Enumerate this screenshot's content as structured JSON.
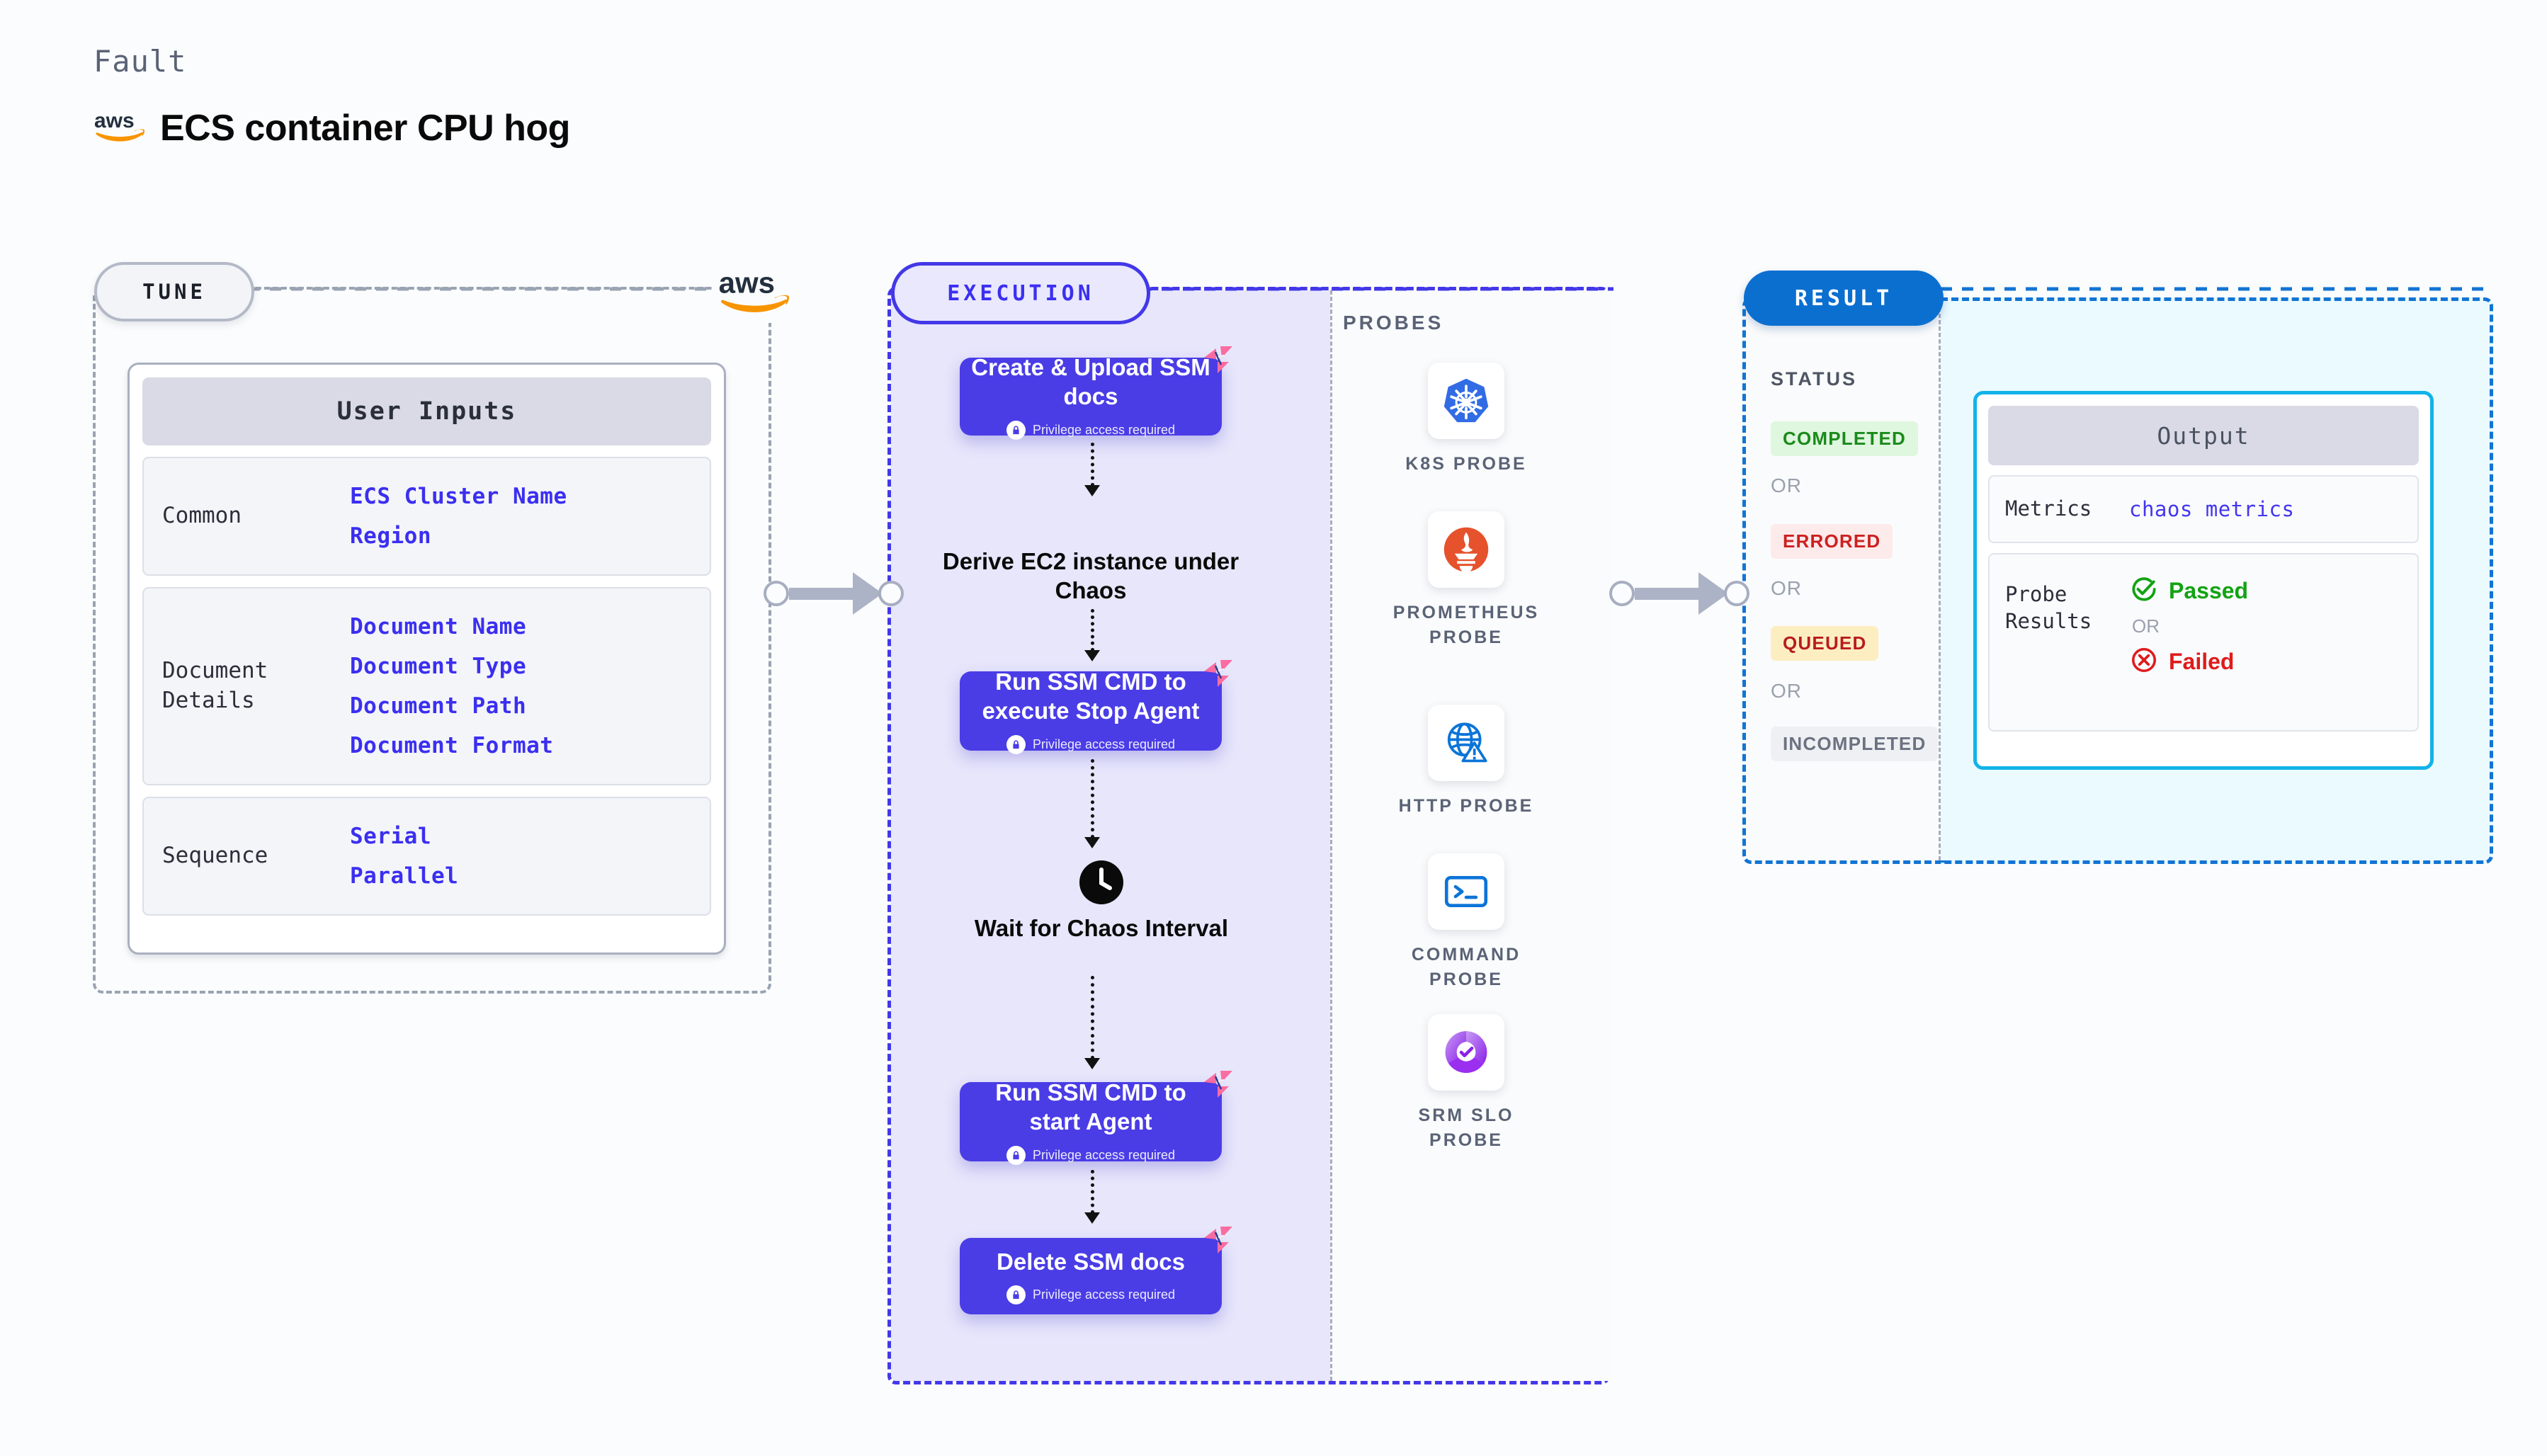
{
  "header": {
    "kicker": "Fault",
    "title": "ECS container CPU hog",
    "logo": "aws-logo"
  },
  "tune": {
    "pill_label": "TUNE",
    "badge_logo": "aws-logo",
    "card_title": "User Inputs",
    "groups": [
      {
        "label": "Common",
        "values": [
          "ECS Cluster Name",
          "Region"
        ]
      },
      {
        "label": "Document\nDetails",
        "values": [
          "Document Name",
          "Document Type",
          "Document Path",
          "Document Format"
        ]
      },
      {
        "label": "Sequence",
        "values": [
          "Serial",
          "Parallel"
        ]
      }
    ]
  },
  "execution": {
    "pill_label": "EXECUTION",
    "privilege_note": "Privilege access required",
    "steps": [
      {
        "type": "node",
        "label": "Create & Upload SSM docs",
        "privileged": true
      },
      {
        "type": "plain",
        "label": "Derive EC2 instance under Chaos",
        "icon": ""
      },
      {
        "type": "node",
        "label": "Run SSM CMD to execute Stop Agent",
        "privileged": true
      },
      {
        "type": "plain",
        "label": "Wait for Chaos Interval",
        "icon": "clock-icon"
      },
      {
        "type": "node",
        "label": "Run SSM CMD to start Agent",
        "privileged": true
      },
      {
        "type": "node",
        "label": "Delete SSM docs",
        "privileged": true
      }
    ],
    "probes_title": "PROBES",
    "probes": [
      {
        "name": "K8S PROBE",
        "icon": "kubernetes-icon"
      },
      {
        "name": "PROMETHEUS PROBE",
        "icon": "prometheus-icon"
      },
      {
        "name": "HTTP PROBE",
        "icon": "http-globe-icon"
      },
      {
        "name": "COMMAND PROBE",
        "icon": "terminal-icon"
      },
      {
        "name": "SRM SLO PROBE",
        "icon": "srm-slo-icon"
      }
    ]
  },
  "result": {
    "pill_label": "RESULT",
    "status_title": "STATUS",
    "or_label": "OR",
    "statuses": [
      {
        "label": "COMPLETED",
        "fg": "#1a8a1a",
        "bg": "#dff6df"
      },
      {
        "label": "ERRORED",
        "fg": "#cc2020",
        "bg": "#fdeaea"
      },
      {
        "label": "QUEUED",
        "fg": "#b81c1c",
        "bg": "#fdeec2"
      },
      {
        "label": "INCOMPLETED",
        "fg": "#6b7280",
        "bg": "#eef0f4"
      }
    ],
    "output_title": "Output",
    "metrics_label": "Metrics",
    "metrics_value": "chaos metrics",
    "probe_results_label": "Probe\nResults",
    "passed_label": "Passed",
    "failed_label": "Failed",
    "passed_color": "#12a312",
    "failed_color": "#e01b1b"
  },
  "colors": {
    "node_indigo": "#4a3de6",
    "exec_border": "#4338e8",
    "result_blue": "#0b6fd0",
    "output_cyan": "#12b3e8",
    "chaos_pink": "#fb6ca0",
    "aws_orange": "#f79400"
  }
}
